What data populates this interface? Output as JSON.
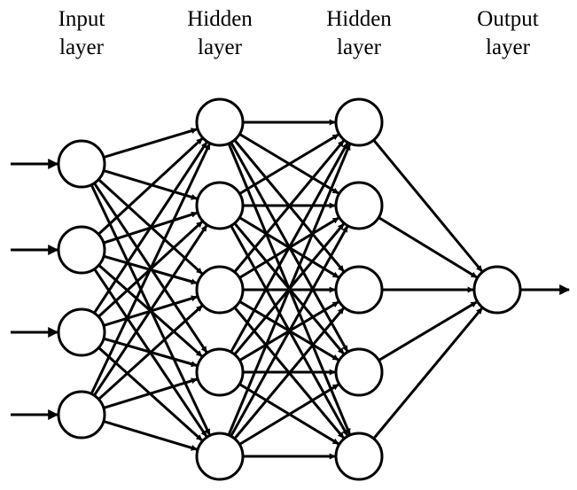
{
  "layers": [
    {
      "line1": "Input",
      "line2": "layer"
    },
    {
      "line1": "Hidden",
      "line2": "layer"
    },
    {
      "line1": "Hidden",
      "line2": "layer"
    },
    {
      "line1": "Output",
      "line2": "layer"
    }
  ],
  "network": {
    "neurons_per_layer": [
      4,
      5,
      5,
      1
    ],
    "input_arrows": 4,
    "output_arrows": 1,
    "fully_connected": true
  },
  "colors": {
    "stroke": "#000000",
    "node_fill": "#ffffff",
    "background": "#ffffff"
  }
}
